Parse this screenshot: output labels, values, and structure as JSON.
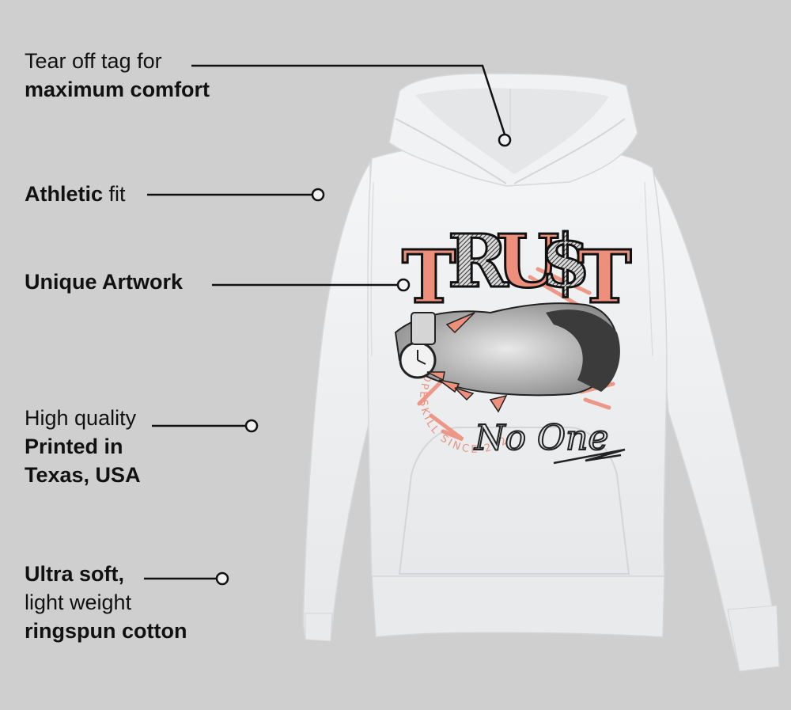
{
  "product": {
    "type": "hoodie",
    "color": "white",
    "print": {
      "headline": "TRU$T",
      "script_text": "No One",
      "circle_text": "DOPESKILL SINCE 2020",
      "accent_color": "#ee8f7c",
      "ink_color": "#2b2b2b"
    }
  },
  "background_color": "#cfcfcf",
  "callouts": [
    {
      "id": "tag",
      "lines": [
        {
          "normal": "Tear off tag for",
          "bold": ""
        },
        {
          "normal": "",
          "bold": "maximum comfort"
        }
      ]
    },
    {
      "id": "fit",
      "lines": [
        {
          "bold": "Athletic",
          "normal": " fit"
        }
      ]
    },
    {
      "id": "artwork",
      "lines": [
        {
          "bold": "Unique Artwork",
          "normal": ""
        }
      ]
    },
    {
      "id": "quality",
      "lines": [
        {
          "normal": "High quality",
          "bold": ""
        },
        {
          "normal": "",
          "bold": "Printed in"
        },
        {
          "normal": "",
          "bold": "Texas, USA"
        }
      ]
    },
    {
      "id": "material",
      "lines": [
        {
          "normal": "",
          "bold": "Ultra soft,"
        },
        {
          "normal": "light weight",
          "bold": ""
        },
        {
          "normal": "",
          "bold": "ringspun cotton"
        }
      ]
    }
  ]
}
